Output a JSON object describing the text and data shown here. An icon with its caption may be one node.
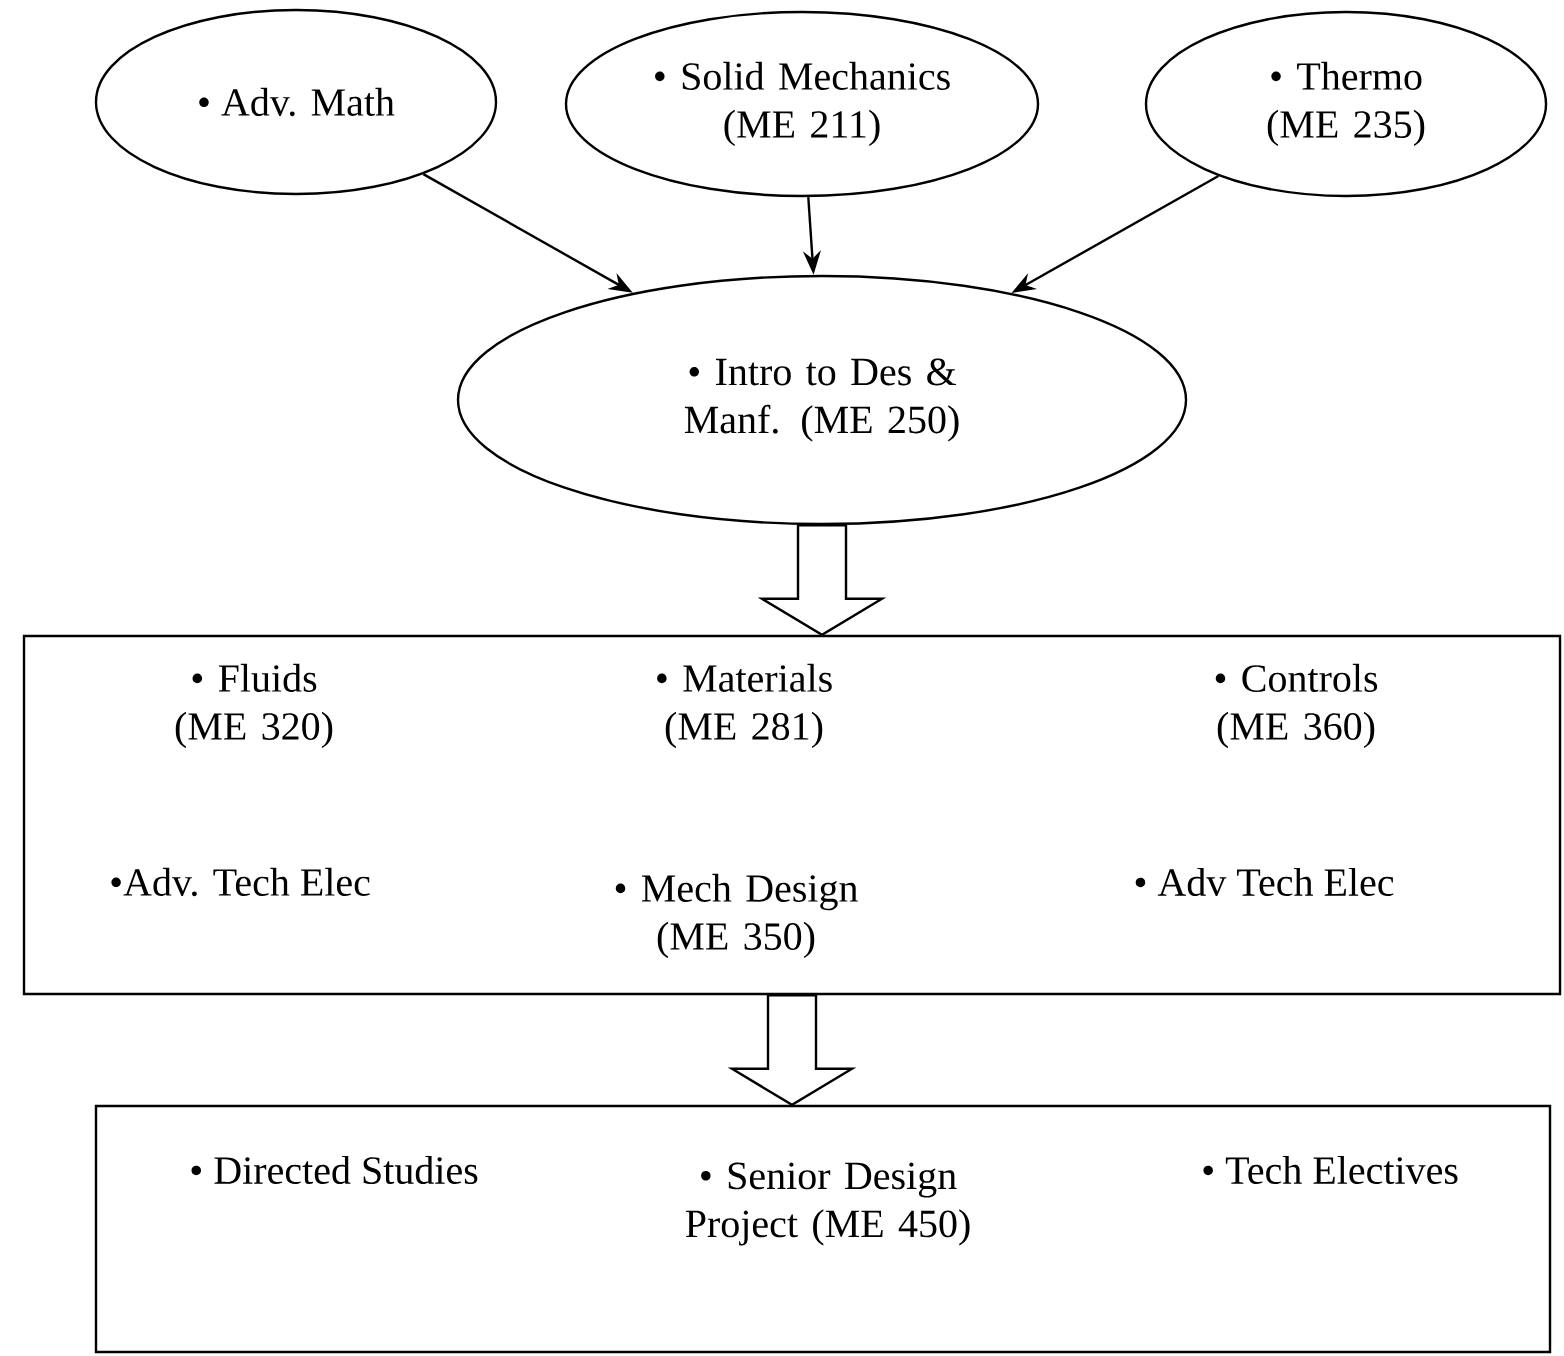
{
  "diagram": {
    "nodes": [
      {
        "text": [
          "• Adv. Math"
        ]
      },
      {
        "text": [
          "• Solid Mechanics (ME 211)"
        ]
      },
      {
        "text": [
          "• Thermo (ME 235)"
        ]
      },
      {
        "text": [
          "• Intro to Des & Manf. (ME 250)"
        ]
      },
      {
        "text": [
          "• Fluids (ME 320)",
          "• Materials (ME 281)",
          "• Controls (ME 360)",
          "•Adv. Tech Elec",
          "• Mech Design (ME 350)",
          "• Adv Tech Elec"
        ]
      },
      {
        "text": [
          "• Directed Studies",
          "• Senior Design Project (ME 450)",
          "• Tech Electives"
        ]
      }
    ],
    "edges": [
      {
        "from": 0,
        "to": 3,
        "arrow": "to"
      },
      {
        "from": 1,
        "to": 3,
        "arrow": "to"
      },
      {
        "from": 2,
        "to": 3,
        "arrow": "to"
      },
      {
        "from": 3,
        "to": 4,
        "arrow": "to",
        "style": "thick"
      },
      {
        "from": 4,
        "to": 5,
        "arrow": "to",
        "style": "thick"
      }
    ]
  }
}
